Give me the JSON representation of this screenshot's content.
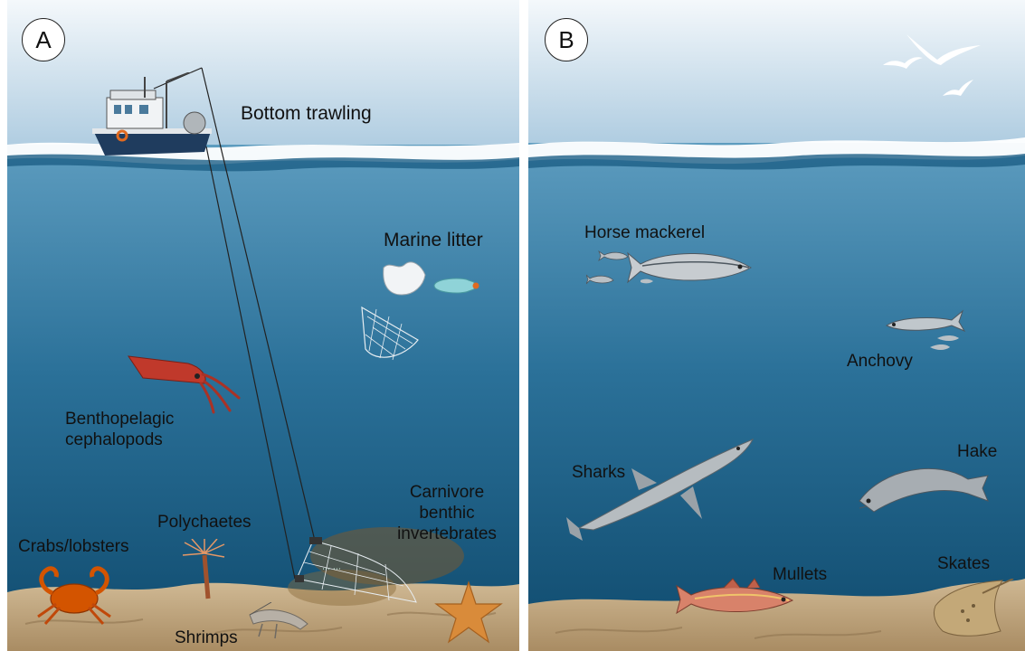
{
  "panels": [
    {
      "letter": "A"
    },
    {
      "letter": "B"
    }
  ],
  "panelA": {
    "method": "Bottom trawling",
    "marine_litter": "Marine litter",
    "cephalopods": [
      "Benthopelagic",
      "cephalopods"
    ],
    "polychaetes": "Polychaetes",
    "crabs": "Crabs/lobsters",
    "shrimps": "Shrimps",
    "carnivore": [
      "Carnivore",
      "benthic",
      "invertebrates"
    ]
  },
  "panelB": {
    "horse_mackerel": "Horse mackerel",
    "anchovy": "Anchovy",
    "sharks": "Sharks",
    "hake": "Hake",
    "mullets": "Mullets",
    "skates": "Skates"
  },
  "colors": {
    "sky_top": "#dfe9f2",
    "water_surface": "#5e9ec0",
    "water_deep": "#0e4e73",
    "seabed": "#c9b089",
    "boat_hull": "#1f3c5e",
    "squid": "#c0392b",
    "crab": "#d35400",
    "starfish": "#d98b3a"
  },
  "icons": [
    "boat-icon",
    "trawl-net-icon",
    "plastic-bag-icon",
    "plastic-bottle-icon",
    "ghost-net-icon",
    "squid-icon",
    "polychaete-icon",
    "crab-icon",
    "shrimp-icon",
    "starfish-icon",
    "seagull-icon",
    "horse-mackerel-icon",
    "anchovy-icon",
    "shark-icon",
    "hake-icon",
    "mullet-icon",
    "skate-icon"
  ]
}
